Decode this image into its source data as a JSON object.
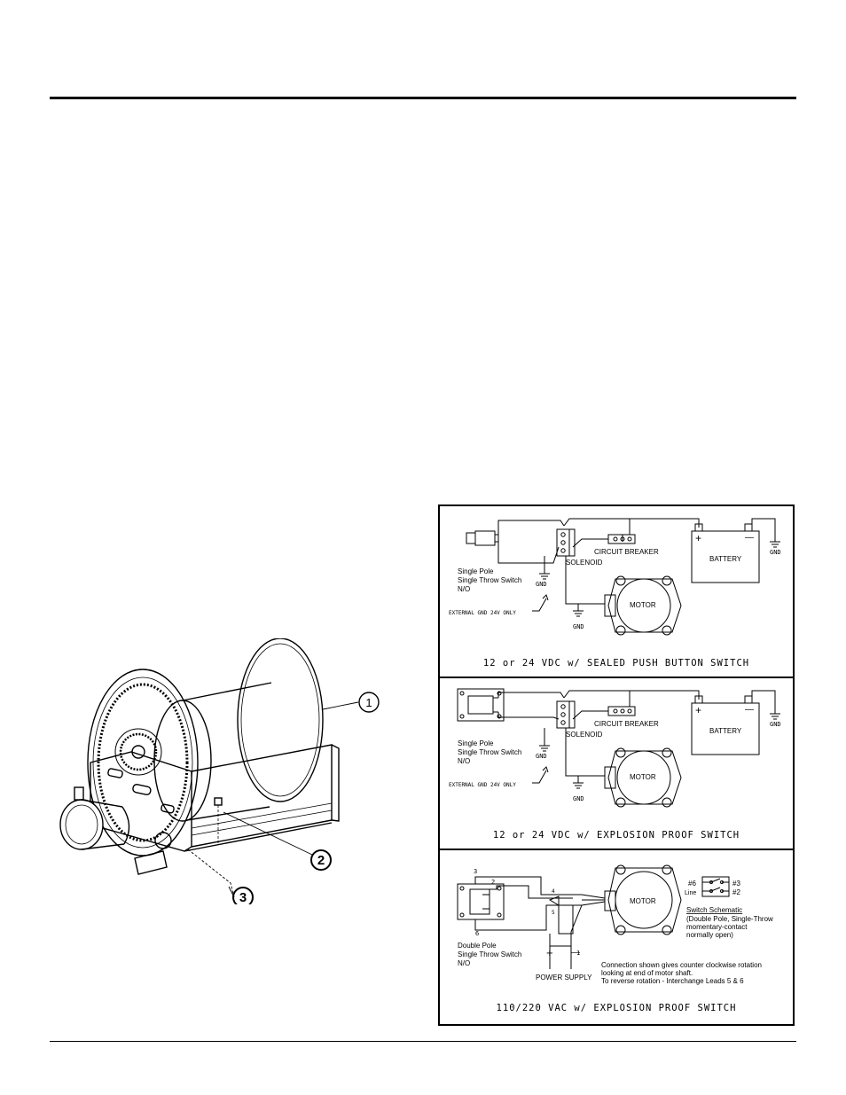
{
  "figure": {
    "callouts": [
      "1",
      "2",
      "3"
    ]
  },
  "panel1": {
    "switch_label": [
      "Single Pole",
      "Single Throw Switch",
      "N/O"
    ],
    "solenoid": "SOLENOID",
    "gnd": "GND",
    "breaker": "CIRCUIT BREAKER",
    "battery": "BATTERY",
    "plus": "+",
    "minus": "—",
    "motor": "MOTOR",
    "ext_gnd": "EXTERNAL GND 24V ONLY",
    "caption": "12 or 24 VDC w/ SEALED PUSH BUTTON SWITCH"
  },
  "panel2": {
    "switch_label": [
      "Single Pole",
      "Single Throw Switch",
      "N/O"
    ],
    "solenoid": "SOLENOID",
    "gnd": "GND",
    "breaker": "CIRCUIT BREAKER",
    "battery": "BATTERY",
    "plus": "+",
    "minus": "—",
    "motor": "MOTOR",
    "ext_gnd": "EXTERNAL GND 24V ONLY",
    "caption": "12 or 24 VDC w/ EXPLOSION PROOF SWITCH"
  },
  "panel3": {
    "leads": [
      "3",
      "2",
      "4",
      "5",
      "6",
      "1"
    ],
    "switch_label": [
      "Double Pole",
      "Single Throw Switch",
      "N/O"
    ],
    "motor": "MOTOR",
    "plus": "+",
    "minus": "—",
    "power_supply": "POWER SUPPLY",
    "schematic_pins": [
      "#6",
      "#3",
      "Line",
      "#2"
    ],
    "schematic_title": "Switch Schematic",
    "schematic_desc": [
      "(Double Pole, Single-Throw",
      "momentary-contact",
      "normally open)"
    ],
    "note": [
      "Connection shown gives counter clockwise rotation",
      "looking at end of motor shaft.",
      "To reverse rotation - Interchange Leads 5 & 6"
    ],
    "caption": "110/220 VAC w/ EXPLOSION PROOF SWITCH"
  }
}
